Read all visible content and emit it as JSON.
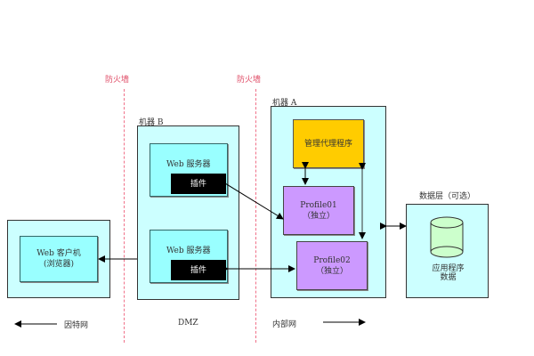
{
  "firewalls": [
    {
      "label": "防火墙"
    },
    {
      "label": "防火墙"
    }
  ],
  "zones": {
    "internet": "因特网",
    "dmz": "DMZ",
    "intranet": "内部网"
  },
  "client": {
    "title": "Web 客户机",
    "subtitle": "(浏览器)"
  },
  "machine_b": {
    "title": "机器 B",
    "servers": [
      {
        "title": "Web 服务器",
        "plugin": "插件"
      },
      {
        "title": "Web 服务器",
        "plugin": "插件"
      }
    ]
  },
  "machine_a": {
    "title": "机器 A",
    "manager": "管理代理程序",
    "profiles": [
      {
        "name": "Profile01",
        "note": "（独立）"
      },
      {
        "name": "Profile02",
        "note": "（独立）"
      }
    ]
  },
  "data_layer": {
    "title": "数据层（可选）",
    "db_line1": "应用程序",
    "db_line2": "数据"
  },
  "colors": {
    "machine_bg": "#ccffff",
    "server_bg": "#99ffff",
    "manager_bg": "#ffcc00",
    "profile_bg": "#cc99ff",
    "db_fill": "#ccffcc",
    "firewall": "#f07088"
  }
}
